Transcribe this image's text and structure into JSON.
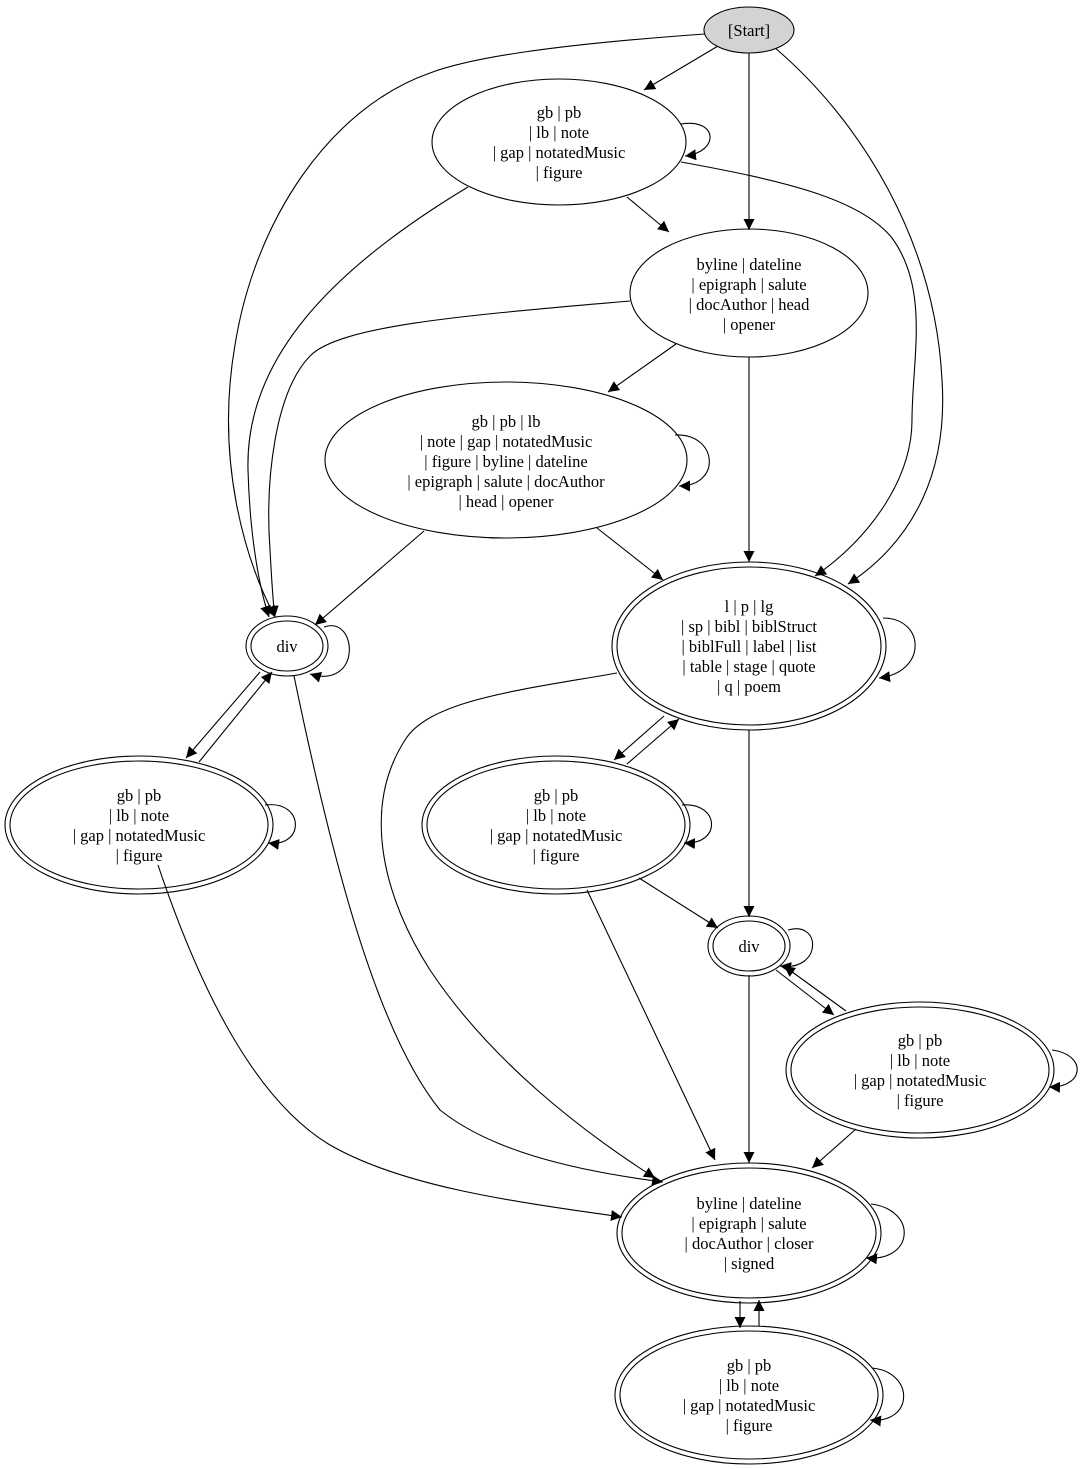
{
  "diagram": {
    "nodes": {
      "start": {
        "lines": [
          "[Start]"
        ],
        "fill": "#d3d3d3"
      },
      "n1": {
        "lines": [
          "gb | pb",
          "| lb | note",
          "| gap | notatedMusic",
          "| figure"
        ]
      },
      "n2": {
        "lines": [
          "byline | dateline",
          "| epigraph | salute",
          "| docAuthor | head",
          "| opener"
        ]
      },
      "n3": {
        "lines": [
          "gb | pb | lb",
          "| note | gap | notatedMusic",
          "| figure | byline | dateline",
          "| epigraph | salute | docAuthor",
          "| head | opener"
        ]
      },
      "div1": {
        "lines": [
          "div"
        ]
      },
      "n4": {
        "lines": [
          "l | p | lg",
          "| sp | bibl | biblStruct",
          "| biblFull | label | list",
          "| table | stage | quote",
          "| q | poem"
        ]
      },
      "n5": {
        "lines": [
          "gb | pb",
          "| lb | note",
          "| gap | notatedMusic",
          "| figure"
        ]
      },
      "n6": {
        "lines": [
          "gb | pb",
          "| lb | note",
          "| gap | notatedMusic",
          "| figure"
        ]
      },
      "div2": {
        "lines": [
          "div"
        ]
      },
      "n7": {
        "lines": [
          "gb | pb",
          "| lb | note",
          "| gap | notatedMusic",
          "| figure"
        ]
      },
      "n8": {
        "lines": [
          "byline | dateline",
          "| epigraph | salute",
          "| docAuthor | closer",
          "| signed"
        ]
      },
      "n9": {
        "lines": [
          "gb | pb",
          "| lb | note",
          "| gap | notatedMusic",
          "| figure"
        ]
      }
    },
    "edges": [
      [
        "start",
        "n1"
      ],
      [
        "start",
        "n2"
      ],
      [
        "start",
        "div1"
      ],
      [
        "start",
        "n4"
      ],
      [
        "n1",
        "n1"
      ],
      [
        "n1",
        "n2"
      ],
      [
        "n1",
        "div1"
      ],
      [
        "n1",
        "n4"
      ],
      [
        "n2",
        "n3"
      ],
      [
        "n2",
        "div1"
      ],
      [
        "n2",
        "n4"
      ],
      [
        "n3",
        "n3"
      ],
      [
        "n3",
        "div1"
      ],
      [
        "n3",
        "n4"
      ],
      [
        "div1",
        "div1"
      ],
      [
        "div1",
        "n5"
      ],
      [
        "div1",
        "n8"
      ],
      [
        "n5",
        "div1"
      ],
      [
        "n5",
        "n5"
      ],
      [
        "n5",
        "n8"
      ],
      [
        "n4",
        "n4"
      ],
      [
        "n4",
        "n6"
      ],
      [
        "n4",
        "div2"
      ],
      [
        "n4",
        "n8"
      ],
      [
        "n6",
        "n4"
      ],
      [
        "n6",
        "n6"
      ],
      [
        "n6",
        "div2"
      ],
      [
        "n6",
        "n8"
      ],
      [
        "div2",
        "div2"
      ],
      [
        "div2",
        "n7"
      ],
      [
        "div2",
        "n8"
      ],
      [
        "n7",
        "div2"
      ],
      [
        "n7",
        "n7"
      ],
      [
        "n7",
        "n8"
      ],
      [
        "n8",
        "n8"
      ],
      [
        "n8",
        "n9"
      ],
      [
        "n9",
        "n8"
      ],
      [
        "n9",
        "n9"
      ]
    ]
  }
}
